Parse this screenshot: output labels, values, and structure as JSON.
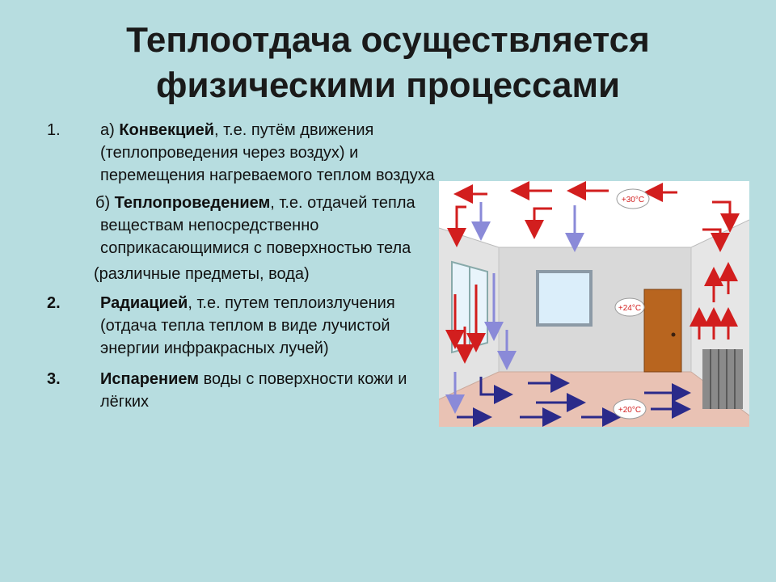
{
  "title": {
    "line1": "Теплоотдача осуществляется",
    "line2": "физическими процессами"
  },
  "list": {
    "item1": {
      "number": "1.",
      "a_prefix": "а) ",
      "a_term": "Конвекцией",
      "a_text": ", т.е. путём движения (теплопроведения через воздух) и перемещения нагреваемого теплом воздуха",
      "b_prefix": "б) ",
      "b_term": "Теплопроведением",
      "b_text": ", т.е. отдачей тепла веществам непосредственно соприкасающимися с поверхностью тела",
      "note": "(различные предметы, вода)"
    },
    "item2": {
      "number": "2.",
      "term": "Радиацией",
      "text": ", т.е. путем теплоизлучения (отдача тепла теплом в виде лучистой энергии инфракрасных лучей)"
    },
    "item3": {
      "number": "3.",
      "term": "Испарением",
      "text": " воды с поверхности кожи и лёгких"
    }
  },
  "figure": {
    "temp_ceiling": "+30°C",
    "temp_wall": "+24°C",
    "temp_floor": "+20°C",
    "colors": {
      "warm_arrow": "#d21e1e",
      "cool_arrow": "#8a8ad8",
      "floor_arrow": "#2a2a8a",
      "wall": "#dcdcdc",
      "floor": "#e9c2b4",
      "door": "#b8651f",
      "window_glass": "#dbeefa"
    }
  }
}
